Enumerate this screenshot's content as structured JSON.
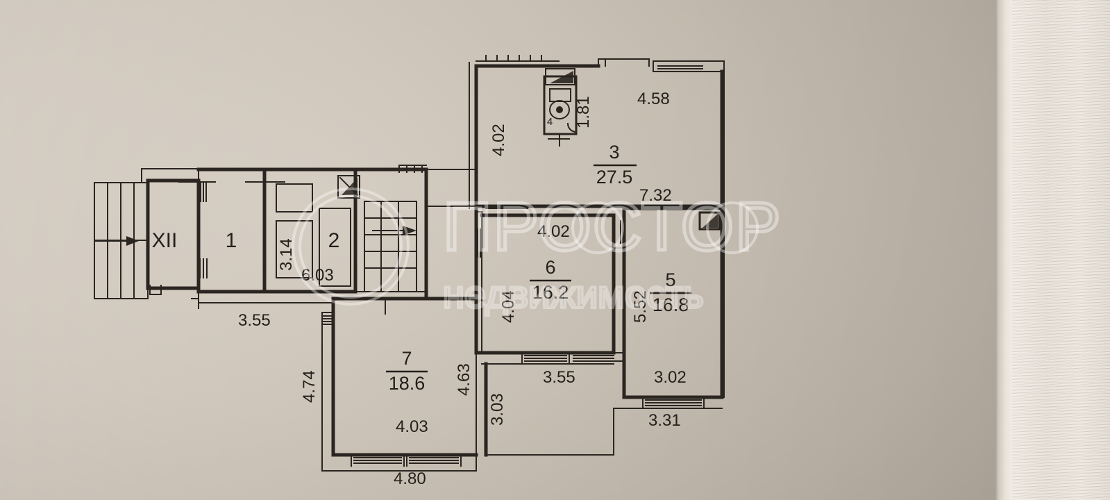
{
  "document": {
    "kind": "apartment-floor-plan",
    "watermark": {
      "brand": "ПРОСТОР",
      "tagline": "недвижимость"
    }
  },
  "rooms": [
    {
      "id": "xii",
      "label": "XII",
      "area": "",
      "kind": "staircase-common"
    },
    {
      "id": "r1",
      "label": "1",
      "area": "",
      "kind": "room"
    },
    {
      "id": "r2",
      "label": "2",
      "area": "",
      "kind": "stairs"
    },
    {
      "id": "r3",
      "label": "3",
      "area": "27.5",
      "kind": "room"
    },
    {
      "id": "r4",
      "label": "4",
      "area": "",
      "kind": "wc"
    },
    {
      "id": "r5",
      "label": "5",
      "area": "16.8",
      "kind": "room"
    },
    {
      "id": "r6",
      "label": "6",
      "area": "16.2",
      "kind": "room"
    },
    {
      "id": "r7",
      "label": "7",
      "area": "18.6",
      "kind": "room"
    }
  ],
  "dimensions": {
    "d_4_02_left": "4.02",
    "d_1_81": "1.81",
    "d_4_58": "4.58",
    "d_7_32": "7.32",
    "d_3_14": "3.14",
    "d_6_03": "6.03",
    "d_3_55_top": "3.55",
    "d_4_02_mid": "4.02",
    "d_4_04": "4.04",
    "d_5_52": "5.52",
    "d_4_74": "4.74",
    "d_4_63": "4.63",
    "d_3_03": "3.03",
    "d_3_55_bottom": "3.55",
    "d_3_02": "3.02",
    "d_4_03": "4.03",
    "d_4_80": "4.80",
    "d_3_31": "3.31"
  },
  "colors": {
    "ink": "#2a2520",
    "paper": "#cdc4b8",
    "sheet_edge": "#e9e3da",
    "watermark": "rgba(255,255,255,0.40)"
  }
}
